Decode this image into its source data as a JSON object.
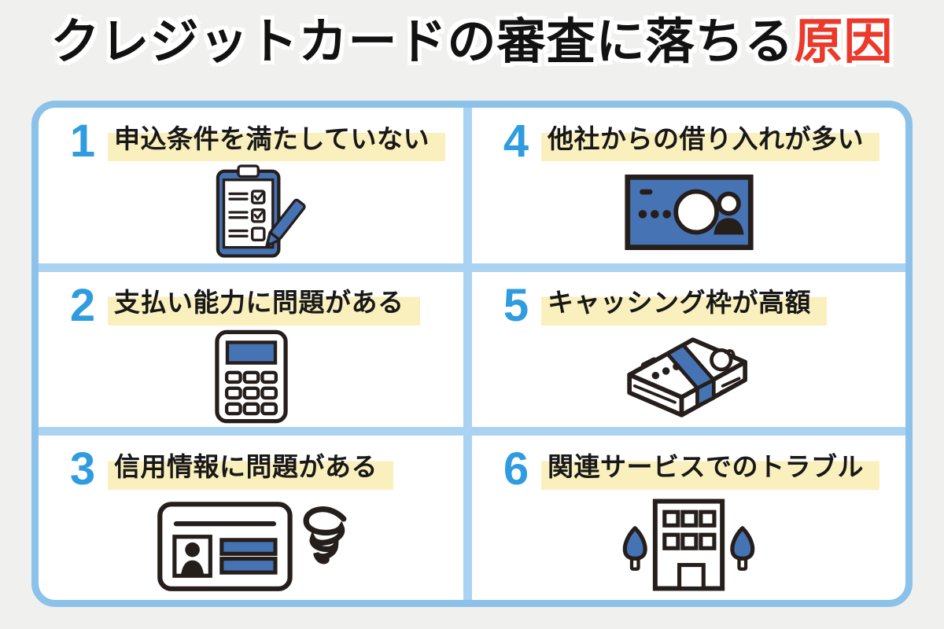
{
  "title": {
    "main": "クレジットカードの審査に落ちる",
    "highlight": "原因",
    "highlight_color": "#ec392c"
  },
  "panel": {
    "background": "#ffffff",
    "border_color": "#8cc2ea",
    "divider_color": "#a9d3f0"
  },
  "colors": {
    "page_background": "#f0f0ee",
    "number_blue": "#2f9ce0",
    "label_highlight_yellow": "#faf0be",
    "icon_blue": "#4673b4",
    "icon_outline": "#251e1b"
  },
  "items": [
    {
      "number": "1",
      "label": "申込条件を満たしていない",
      "icon": "checklist-clipboard"
    },
    {
      "number": "2",
      "label": "支払い能力に問題がある",
      "icon": "calculator"
    },
    {
      "number": "3",
      "label": "信用情報に問題がある",
      "icon": "id-card-with-scribble"
    },
    {
      "number": "4",
      "label": "他社からの借り入れが多い",
      "icon": "banknote"
    },
    {
      "number": "5",
      "label": "キャッシング枠が高額",
      "icon": "money-bundle"
    },
    {
      "number": "6",
      "label": "関連サービスでのトラブル",
      "icon": "office-building-with-trees"
    }
  ]
}
